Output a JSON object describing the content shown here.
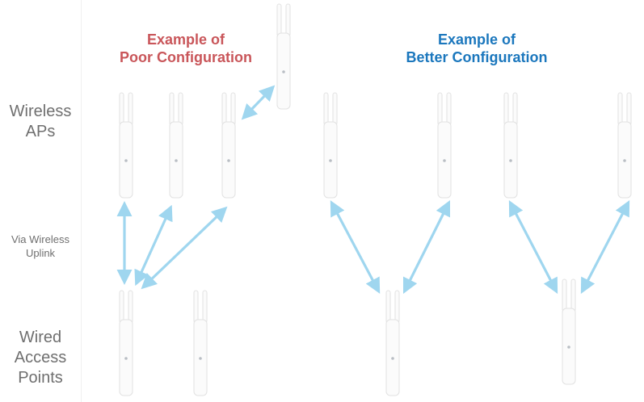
{
  "row_labels": {
    "wireless_aps": "Wireless\nAPs",
    "via_wireless_uplink": "Via Wireless\nUplink",
    "wired_access_points": "Wired\nAccess\nPoints"
  },
  "poor": {
    "title": "Example of\nPoor Configuration",
    "color": "#c9565a"
  },
  "better": {
    "title": "Example of\nBetter Configuration",
    "color": "#1b77bd"
  },
  "colors": {
    "arrow": "#9fd6ef",
    "device_body": "#fbfbfb",
    "device_edge": "#e2e2e2",
    "led": "#b9bec4"
  },
  "icons": {
    "device": "access-point-device-icon",
    "link": "wireless-link-arrow-icon"
  }
}
